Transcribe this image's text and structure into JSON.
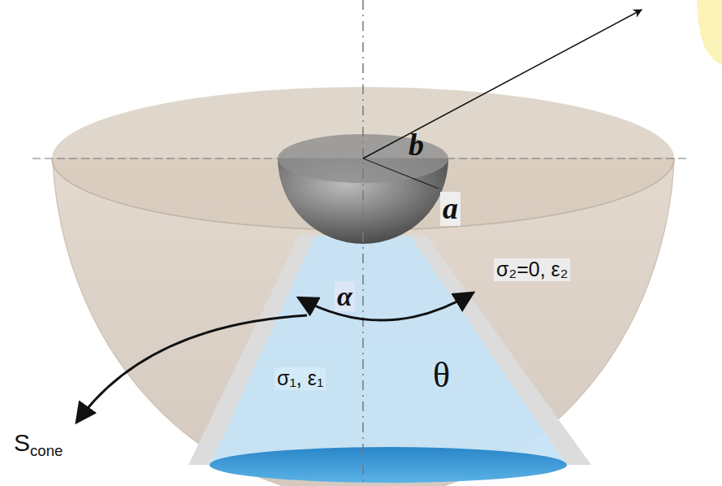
{
  "diagram": {
    "labels": [
      "b",
      "a",
      "α",
      "σ₂=0, ε₂",
      "σ₁, ε₁",
      "θ",
      "Scone"
    ]
  }
}
